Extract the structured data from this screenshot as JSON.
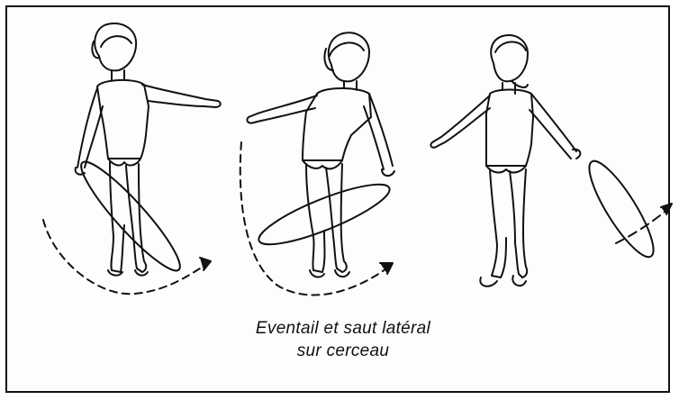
{
  "caption": {
    "line1": "Eventail et saut latéral",
    "line2": "sur cerceau"
  },
  "figures": [
    {
      "name": "gymnast-1",
      "description_icon": "girl-hoop-icon"
    },
    {
      "name": "gymnast-2",
      "description_icon": "girl-hoop-icon"
    },
    {
      "name": "gymnast-3",
      "description_icon": "girl-hoop-icon"
    }
  ],
  "colors": {
    "ink": "#111111",
    "paper": "#fdfdfb"
  }
}
